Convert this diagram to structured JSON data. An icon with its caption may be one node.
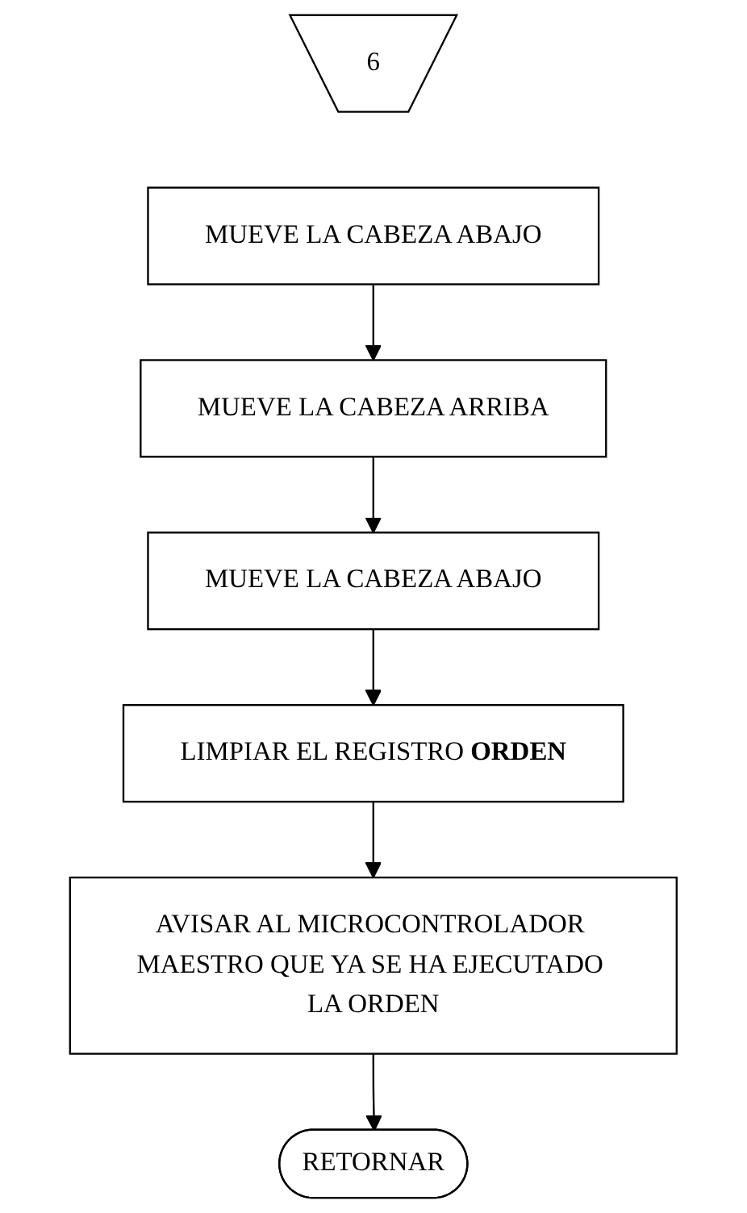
{
  "diagram": {
    "nodes": [
      {
        "text": [
          "6"
        ]
      },
      {
        "text": [
          "MUEVE LA CABEZA ABAJO"
        ]
      },
      {
        "text": [
          "MUEVE LA CABEZA ARRIBA"
        ]
      },
      {
        "text": [
          "MUEVE LA CABEZA ABAJO"
        ]
      },
      {
        "text": [
          "LIMPIAR EL REGISTRO **ORDEN**"
        ]
      },
      {
        "text": [
          "AVISAR AL MICROCONTROLADOR MAESTRO QUE YA SE HA EJECUTADO LA ORDEN"
        ]
      },
      {
        "text": [
          "RETORNAR"
        ]
      }
    ],
    "edges": [
      {
        "from": 1,
        "to": 2,
        "arrow": "to"
      },
      {
        "from": 2,
        "to": 3,
        "arrow": "to"
      },
      {
        "from": 3,
        "to": 4,
        "arrow": "to"
      },
      {
        "from": 4,
        "to": 5,
        "arrow": "to"
      },
      {
        "from": 5,
        "to": 6,
        "arrow": "to"
      }
    ]
  }
}
